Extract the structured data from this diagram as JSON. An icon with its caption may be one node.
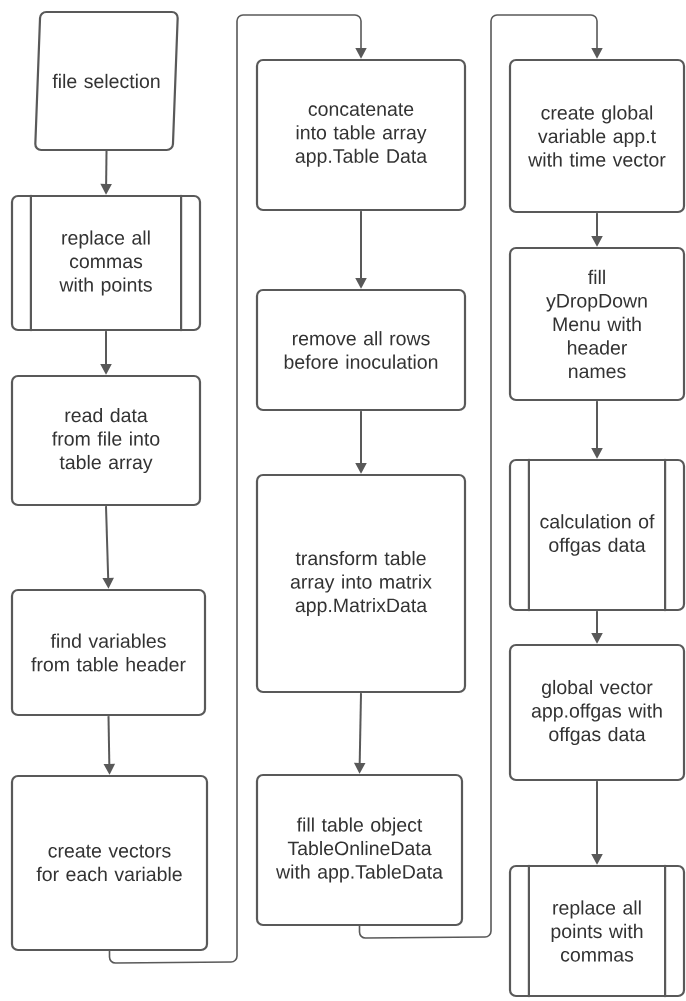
{
  "diagram": {
    "nodes": [
      {
        "text": [
          "file selection"
        ]
      },
      {
        "text": [
          "replace all commas with points"
        ]
      },
      {
        "text": [
          "read data from file into table array"
        ]
      },
      {
        "text": [
          "find variables from table header"
        ]
      },
      {
        "text": [
          "create vectors for each variable"
        ]
      },
      {
        "text": [
          "concatenate into table array app.Table Data"
        ]
      },
      {
        "text": [
          "remove all rows before inoculation"
        ]
      },
      {
        "text": [
          "transform table array into matrix app.MatrixData"
        ]
      },
      {
        "text": [
          "fill table object TableOnlineData with app.TableData"
        ]
      },
      {
        "text": [
          "create global variable app.t with time vector"
        ]
      },
      {
        "text": [
          "fill yDropDown Menu with header names"
        ]
      },
      {
        "text": [
          "calculation of offgas data"
        ]
      },
      {
        "text": [
          "global vector app.offgas with offgas data"
        ]
      },
      {
        "text": [
          "replace all points with commas"
        ]
      }
    ],
    "edges": [
      {
        "from": 0,
        "to": 1,
        "arrow": "to"
      },
      {
        "from": 1,
        "to": 2,
        "arrow": "to"
      },
      {
        "from": 2,
        "to": 3,
        "arrow": "to"
      },
      {
        "from": 3,
        "to": 4,
        "arrow": "to"
      },
      {
        "from": 4,
        "to": 5,
        "arrow": "to"
      },
      {
        "from": 5,
        "to": 6,
        "arrow": "to"
      },
      {
        "from": 6,
        "to": 7,
        "arrow": "to"
      },
      {
        "from": 7,
        "to": 8,
        "arrow": "to"
      },
      {
        "from": 8,
        "to": 9,
        "arrow": "to"
      },
      {
        "from": 9,
        "to": 10,
        "arrow": "to"
      },
      {
        "from": 10,
        "to": 11,
        "arrow": "to"
      },
      {
        "from": 11,
        "to": 12,
        "arrow": "to"
      },
      {
        "from": 12,
        "to": 13,
        "arrow": "to"
      }
    ]
  }
}
